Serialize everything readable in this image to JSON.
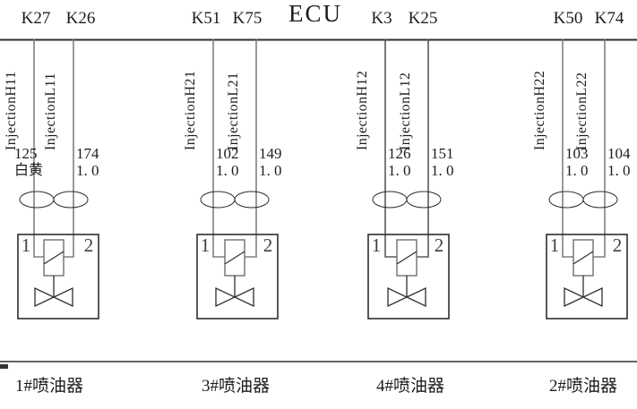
{
  "diagram_title": "ECU",
  "injectors": [
    {
      "pins": [
        "K27",
        "K26"
      ],
      "signals": [
        "InjectionH11",
        "InjectionL11"
      ],
      "wire_marks": [
        [
          "125",
          "白黄"
        ],
        [
          "174",
          "1. 0"
        ]
      ],
      "terminals": [
        "1",
        "2"
      ],
      "label": "1#喷油器"
    },
    {
      "pins": [
        "K51",
        "K75"
      ],
      "signals": [
        "InjectionH21",
        "InjectionL21"
      ],
      "wire_marks": [
        [
          "102",
          "1. 0"
        ],
        [
          "149",
          "1. 0"
        ]
      ],
      "terminals": [
        "1",
        "2"
      ],
      "label": "3#喷油器"
    },
    {
      "pins": [
        "K3",
        "K25"
      ],
      "signals": [
        "InjectionH12",
        "InjectionL12"
      ],
      "wire_marks": [
        [
          "126",
          "1. 0"
        ],
        [
          "151",
          "1. 0"
        ]
      ],
      "terminals": [
        "1",
        "2"
      ],
      "label": "4#喷油器"
    },
    {
      "pins": [
        "K50",
        "K74"
      ],
      "signals": [
        "InjectionH22",
        "InjectionL22"
      ],
      "wire_marks": [
        [
          "103",
          "1. 0"
        ],
        [
          "104",
          "1. 0"
        ]
      ],
      "terminals": [
        "1",
        "2"
      ],
      "label": "2#喷油器"
    }
  ],
  "colors": {
    "wire": "#808080",
    "line": "#2e2e2e",
    "text": "#1c1c1c"
  }
}
